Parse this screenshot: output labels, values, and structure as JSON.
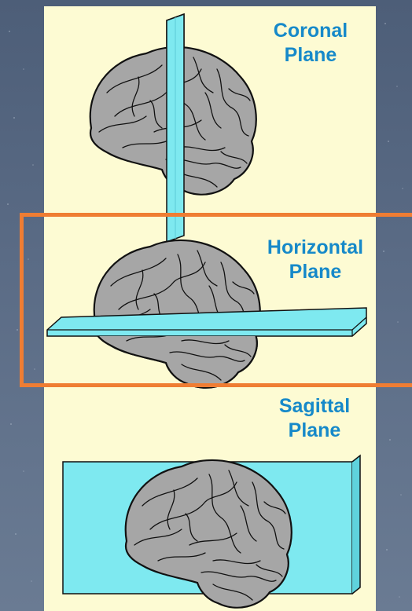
{
  "planes": {
    "coronal": {
      "line1": "Coronal",
      "line2": "Plane"
    },
    "horizontal": {
      "line1": "Horizontal",
      "line2": "Plane"
    },
    "sagittal": {
      "line1": "Sagittal",
      "line2": "Plane"
    }
  },
  "colors": {
    "background": "#56677f",
    "panel": "#fdfbd3",
    "label_text": "#1689c9",
    "plane_fill": "#7ee9f0",
    "brain_fill": "#a6a6a6",
    "highlight_border": "#ef7d33"
  },
  "highlight": {
    "target": "horizontal"
  }
}
